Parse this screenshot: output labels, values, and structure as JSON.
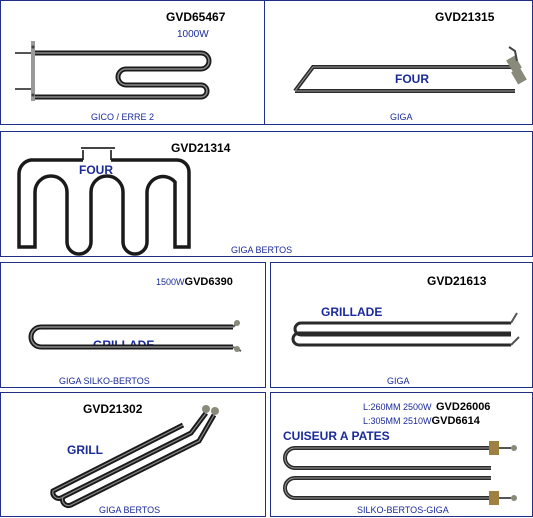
{
  "products": [
    {
      "code": "GVD65467",
      "spec": "1000W",
      "brand": "GICO / ERRE 2"
    },
    {
      "code": "GVD21315",
      "category": "FOUR",
      "brand": "GIGA"
    },
    {
      "code": "GVD21314",
      "category": "FOUR",
      "brand": "GIGA BERTOS"
    },
    {
      "code": "GVD6390",
      "spec": "1500W",
      "category": "GRILLADE",
      "brand": "GIGA SILKO-BERTOS"
    },
    {
      "code": "GVD21613",
      "category": "GRILLADE",
      "brand": "GIGA"
    },
    {
      "code": "GVD21302",
      "category": "GRILL",
      "brand": "GIGA BERTOS"
    },
    {
      "codes": [
        {
          "spec": "L:260MM 2500W",
          "code": "GVD26006"
        },
        {
          "spec": "L:305MM 2510W",
          "code": "GVD6614"
        }
      ],
      "category": "CUISEUR A PATES",
      "brand": "SILKO-BERTOS-GIGA"
    }
  ],
  "colors": {
    "border": "#1f2f86",
    "label": "#1a2a9a",
    "element": "#3a3a3a"
  }
}
